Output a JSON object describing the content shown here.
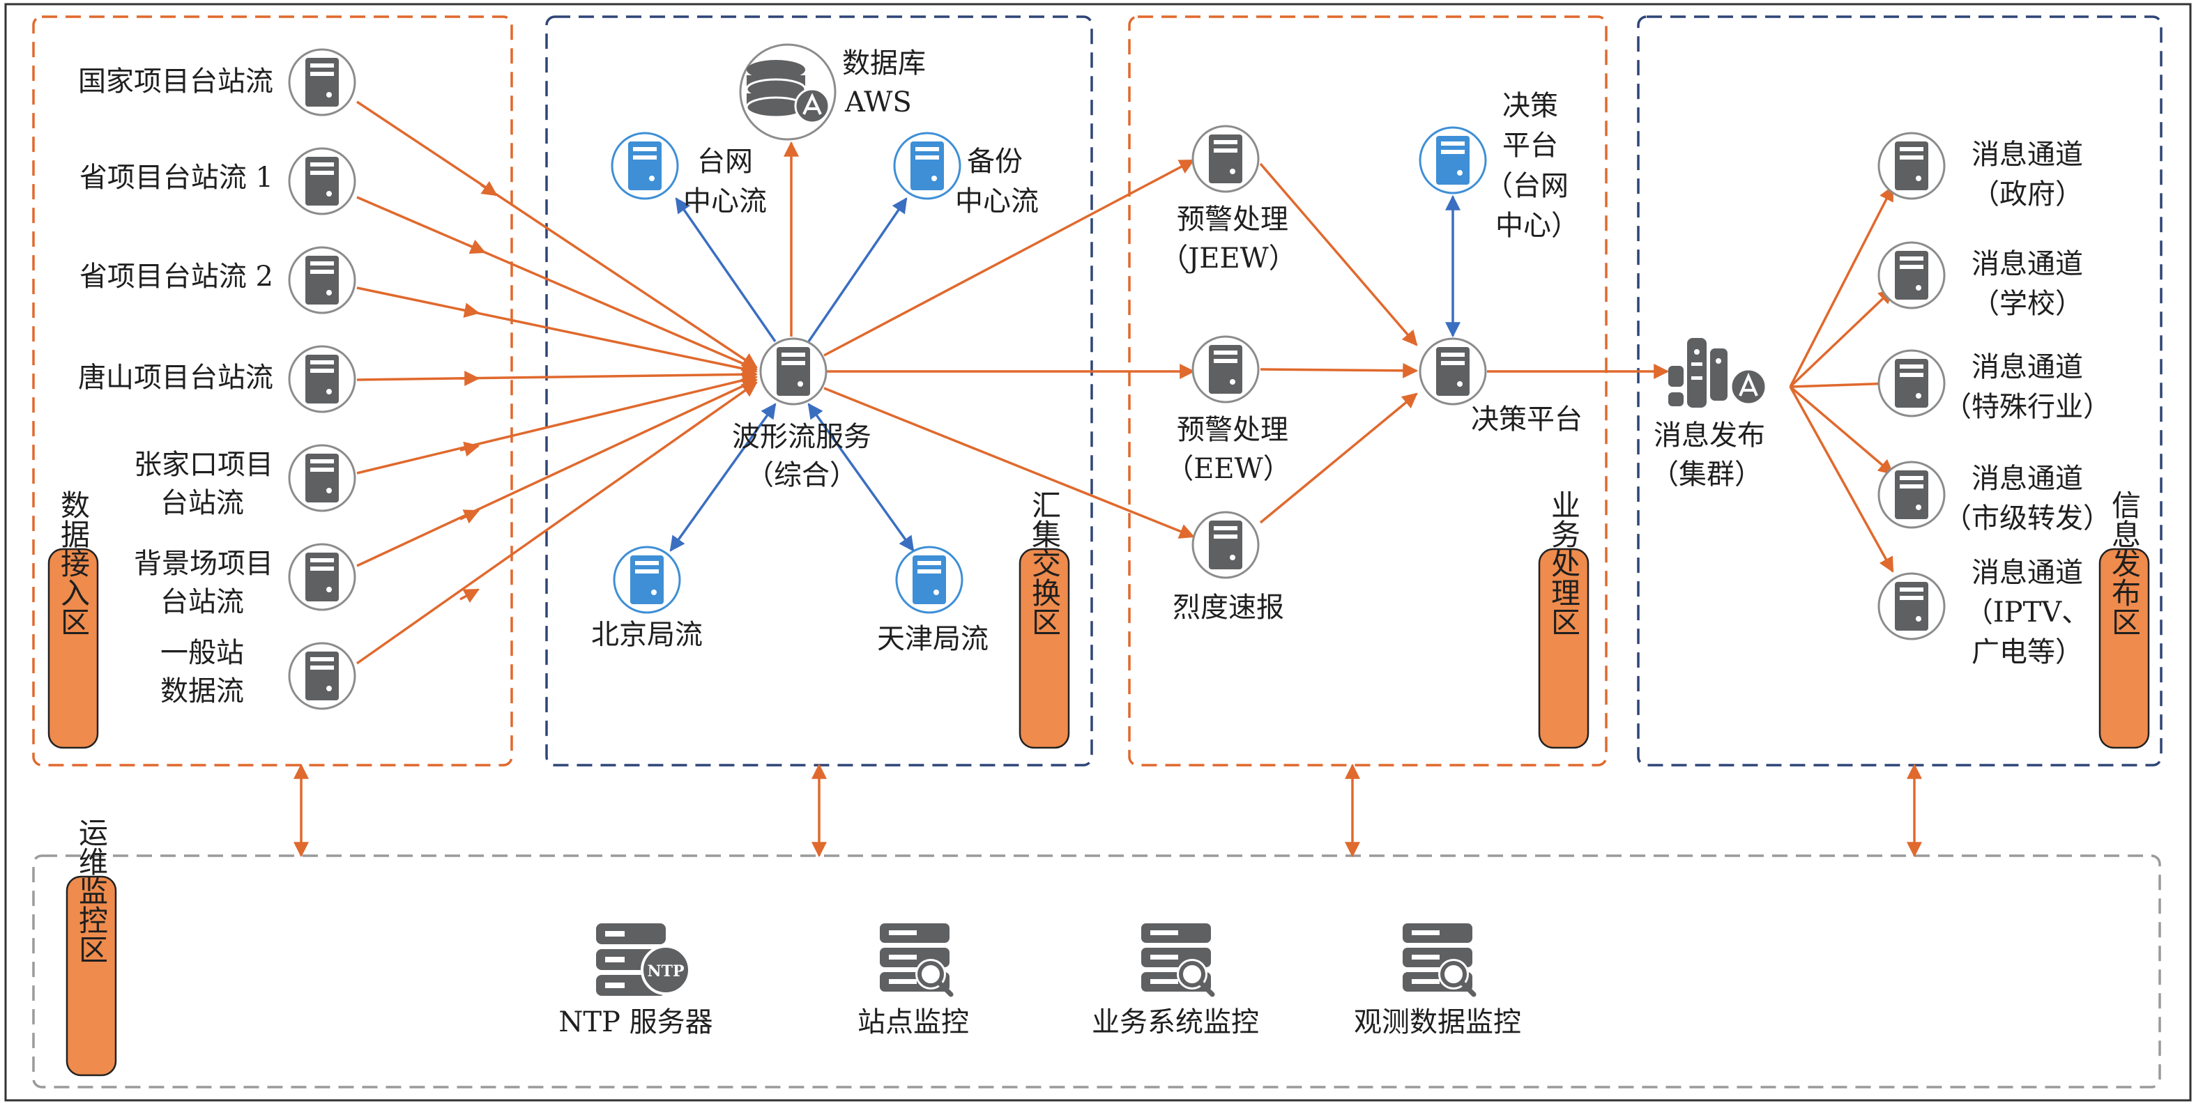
{
  "colors": {
    "orange": "#E0692D",
    "blue_arrow": "#3A6EC0",
    "navy_dash": "#2E4577",
    "gray_dash": "#9a9a9a",
    "server_dark": "#5f6062",
    "server_blue": "#3E8FD6",
    "zone_label_bg": "#EE8B4D"
  },
  "zones": {
    "ingest": "数据接入区",
    "exchange": "汇集交换区",
    "business": "业务处理区",
    "publish": "信息发布区",
    "ops": "运维监控区"
  },
  "ingest_streams": {
    "s1": "国家项目台站流",
    "s2": "省项目台站流 1",
    "s3": "省项目台站流 2",
    "s4": "唐山项目台站流",
    "s5a": "张家口项目",
    "s5b": "台站流",
    "s6a": "背景场项目",
    "s6b": "台站流",
    "s7a": "一般站",
    "s7b": "数据流"
  },
  "exchange": {
    "db_a": "数据库",
    "db_b": "AWS",
    "center_a": "台网",
    "center_b": "中心流",
    "backup_a": "备份",
    "backup_b": "中心流",
    "wave_a": "波形流服务",
    "wave_b": "（综合）",
    "beijing": "北京局流",
    "tianjin": "天津局流"
  },
  "business": {
    "jeew_a": "预警处理",
    "jeew_b": "（JEEW）",
    "eew_a": "预警处理",
    "eew_b": "（EEW）",
    "intensity": "烈度速报",
    "top_a": "决策",
    "top_b": "平台",
    "top_c": "（台网",
    "top_d": "中心）",
    "decision": "决策平台"
  },
  "publish": {
    "hub_a": "消息发布",
    "hub_b": "（集群）",
    "c1a": "消息通道",
    "c1b": "（政府）",
    "c2a": "消息通道",
    "c2b": "（学校）",
    "c3a": "消息通道",
    "c3b": "（特殊行业）",
    "c4a": "消息通道",
    "c4b": "（市级转发）",
    "c5a": "消息通道",
    "c5b": "（IPTV、",
    "c5c": "广电等）"
  },
  "ops": {
    "ntp_badge": "NTP",
    "ntp": "NTP 服务器",
    "station": "站点监控",
    "system": "业务系统监控",
    "obs": "观测数据监控"
  },
  "icons": {
    "server": "server-icon",
    "database": "database-icon",
    "cluster": "cluster-icon",
    "monitor": "monitor-server-icon"
  }
}
